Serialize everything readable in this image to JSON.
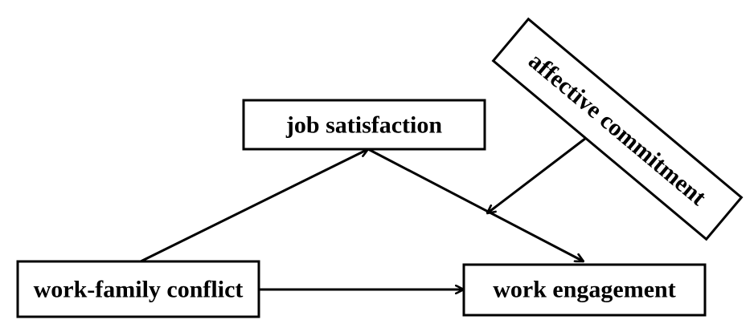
{
  "nodes": {
    "job_satisfaction": {
      "label": "job satisfaction"
    },
    "affective_commitment": {
      "label": "affective commitment"
    },
    "work_family_conflict": {
      "label": "work-family conflict"
    },
    "work_engagement": {
      "label": "work engagement"
    }
  },
  "edges": [
    {
      "from": "work_family_conflict",
      "to": "job_satisfaction"
    },
    {
      "from": "job_satisfaction",
      "to": "work_engagement"
    },
    {
      "from": "work_family_conflict",
      "to": "work_engagement"
    },
    {
      "from": "affective_commitment",
      "to": "job_satisfaction->work_engagement"
    }
  ],
  "colors": {
    "stroke": "#000000",
    "fill": "#ffffff"
  }
}
